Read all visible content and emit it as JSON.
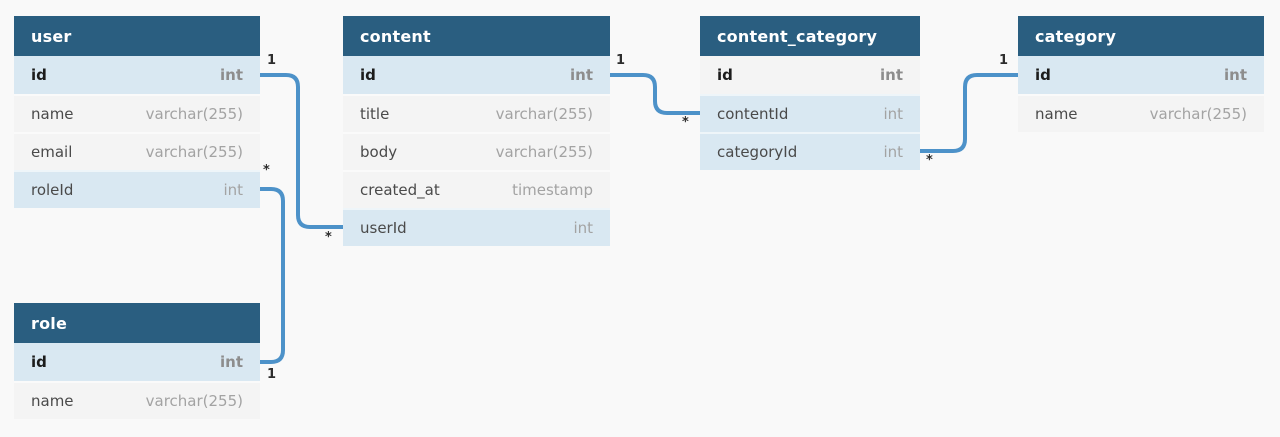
{
  "colors": {
    "background": "#f9f9f9",
    "table_header_bg": "#2a5e80",
    "table_header_text": "#ffffff",
    "row_highlight_bg": "#d9e8f2",
    "row_normal_bg": "#f4f4f4",
    "relationship_line": "#4d92c9"
  },
  "diagram": {
    "tables": [
      {
        "name": "user",
        "fields": [
          {
            "name": "id",
            "type": "int",
            "primary": true,
            "highlighted": true
          },
          {
            "name": "name",
            "type": "varchar(255)",
            "primary": false,
            "highlighted": false
          },
          {
            "name": "email",
            "type": "varchar(255)",
            "primary": false,
            "highlighted": false
          },
          {
            "name": "roleId",
            "type": "int",
            "primary": false,
            "highlighted": true
          }
        ]
      },
      {
        "name": "content",
        "fields": [
          {
            "name": "id",
            "type": "int",
            "primary": true,
            "highlighted": true
          },
          {
            "name": "title",
            "type": "varchar(255)",
            "primary": false,
            "highlighted": false
          },
          {
            "name": "body",
            "type": "varchar(255)",
            "primary": false,
            "highlighted": false
          },
          {
            "name": "created_at",
            "type": "timestamp",
            "primary": false,
            "highlighted": false
          },
          {
            "name": "userId",
            "type": "int",
            "primary": false,
            "highlighted": true
          }
        ]
      },
      {
        "name": "content_category",
        "fields": [
          {
            "name": "id",
            "type": "int",
            "primary": true,
            "highlighted": false
          },
          {
            "name": "contentId",
            "type": "int",
            "primary": false,
            "highlighted": true
          },
          {
            "name": "categoryId",
            "type": "int",
            "primary": false,
            "highlighted": true
          }
        ]
      },
      {
        "name": "category",
        "fields": [
          {
            "name": "id",
            "type": "int",
            "primary": true,
            "highlighted": true
          },
          {
            "name": "name",
            "type": "varchar(255)",
            "primary": false,
            "highlighted": false
          }
        ]
      },
      {
        "name": "role",
        "fields": [
          {
            "name": "id",
            "type": "int",
            "primary": true,
            "highlighted": true
          },
          {
            "name": "name",
            "type": "varchar(255)",
            "primary": false,
            "highlighted": false
          }
        ]
      }
    ],
    "relationships": [
      {
        "from": "user.id",
        "to": "content.userId",
        "from_cardinality": "1",
        "to_cardinality": "*"
      },
      {
        "from": "user.roleId",
        "to": "role.id",
        "from_cardinality": "*",
        "to_cardinality": "1"
      },
      {
        "from": "content.id",
        "to": "content_category.contentId",
        "from_cardinality": "1",
        "to_cardinality": "*"
      },
      {
        "from": "content_category.categoryId",
        "to": "category.id",
        "from_cardinality": "*",
        "to_cardinality": "1"
      }
    ]
  }
}
